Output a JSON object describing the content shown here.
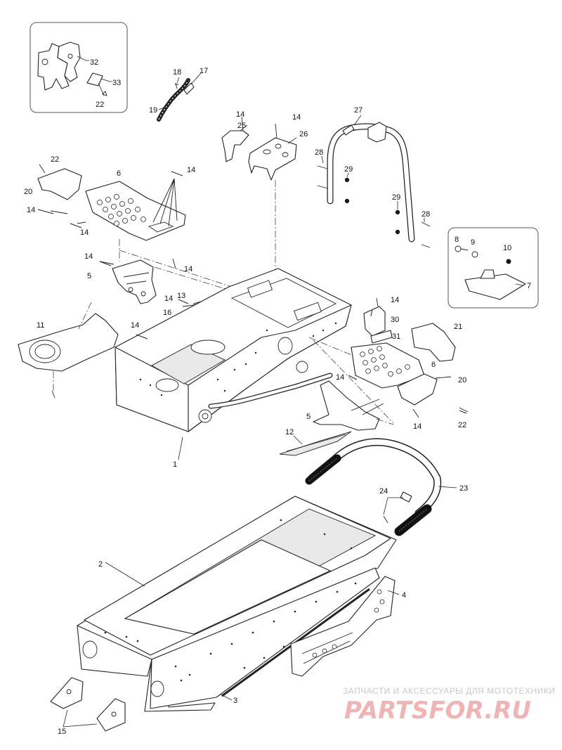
{
  "diagram": {
    "callouts": {
      "c1": "1",
      "c2": "2",
      "c3": "3",
      "c4": "4",
      "c5a": "5",
      "c5b": "5",
      "c6a": "6",
      "c6b": "6",
      "c7": "7",
      "c8": "8",
      "c9": "9",
      "c10": "10",
      "c11": "11",
      "c12": "12",
      "c13": "13",
      "c14a": "14",
      "c14b": "14",
      "c14c": "14",
      "c14d": "14",
      "c14e": "14",
      "c14f": "14",
      "c14g": "14",
      "c14h": "14",
      "c14i": "14",
      "c14j": "14",
      "c14k": "14",
      "c14l": "14",
      "c15": "15",
      "c16": "16",
      "c17": "17",
      "c18": "18",
      "c19": "19",
      "c20a": "20",
      "c20b": "20",
      "c21": "21",
      "c22a": "22",
      "c22b": "22",
      "c22c": "22",
      "c23": "23",
      "c24": "24",
      "c25": "25",
      "c26": "26",
      "c27": "27",
      "c28a": "28",
      "c28b": "28",
      "c29a": "29",
      "c29b": "29",
      "c30": "30",
      "c31": "31",
      "c32": "32",
      "c33": "33"
    }
  },
  "watermark": {
    "tagline": "ЗАПЧАСТИ И АКСЕССУАРЫ ДЛЯ МОТОТЕХНИКИ",
    "logo": "PARTSFOR.RU"
  }
}
